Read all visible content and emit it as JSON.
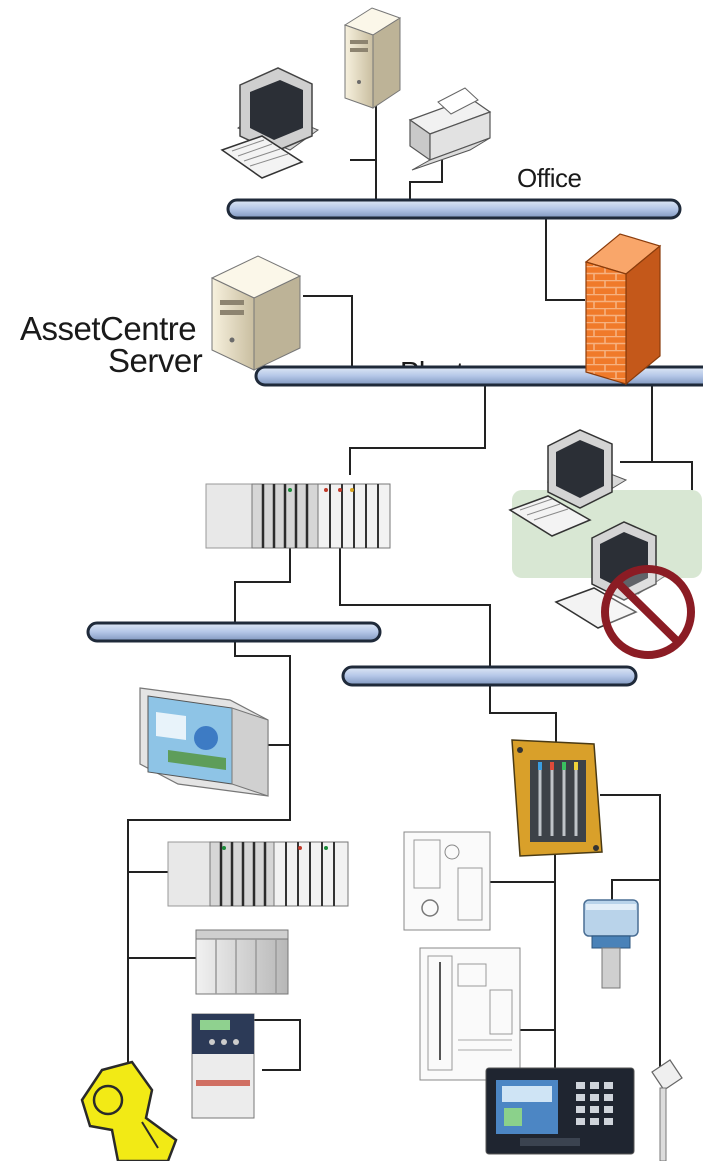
{
  "labels": {
    "office": "Office",
    "plant": "Plant",
    "server_line1": "AssetCentre",
    "server_line2": "Server"
  },
  "colors": {
    "bus_fill": "#b4c6e7",
    "bus_outline": "#1f2a3a",
    "firewall": "#f07a2a",
    "restricted_zone": "#d8e7d3",
    "no_sign": "#8b1c24",
    "robot": "#f2ea15"
  },
  "icons": {
    "office_server": "server-tower-icon",
    "office_workstation": "desktop-computer-icon",
    "office_printer": "printer-icon",
    "firewall": "firewall-icon",
    "asset_server": "server-tower-icon",
    "plant_workstation": "desktop-computer-icon",
    "blocked_workstation": "desktop-computer-icon",
    "blocked_sign": "no-entry-icon",
    "controller_rack": "plc-chassis-icon",
    "hmi_panel": "touchscreen-panel-icon",
    "controller_rack_2": "plc-chassis-icon",
    "io_module": "io-module-icon",
    "drive": "variable-frequency-drive-icon",
    "robot": "robot-arm-icon",
    "field_io": "field-io-block-icon",
    "drive_panel_1": "drive-panel-icon",
    "drive_panel_2": "drive-panel-icon",
    "operator_terminal": "operator-terminal-icon",
    "flow_sensor": "sensor-icon",
    "probe_sensor": "probe-sensor-icon"
  }
}
